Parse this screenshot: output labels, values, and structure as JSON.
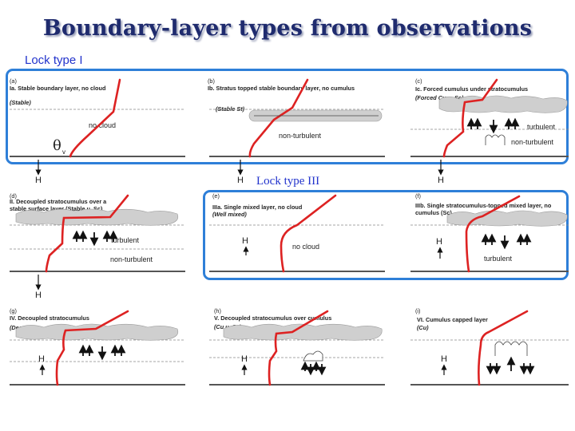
{
  "title": "Boundary-layer types from observations",
  "lock_labels": {
    "type1": "Lock type I",
    "type3": "Lock type III"
  },
  "colors": {
    "title": "#1f2b6e",
    "highlight_border": "#2e7fd8",
    "profile_line": "#dd2222",
    "lock_text": "#2233cc"
  },
  "symbols": {
    "theta": "θ",
    "theta_sub": "v",
    "heat_flux": "H"
  },
  "panels": [
    {
      "id": "a",
      "label": "(a)",
      "title": "Ia. Stable boundary layer, no cloud",
      "abbr": "(Stable)",
      "notes": [
        "no cloud"
      ]
    },
    {
      "id": "b",
      "label": "(b)",
      "title": "Ib. Stratus topped stable boundary layer, no cumulus",
      "abbr": "(Stable St)",
      "notes": [
        "non-turbulent"
      ]
    },
    {
      "id": "c",
      "label": "(c)",
      "title": "Ic. Forced cumulus under stratocumulus",
      "abbr": "(Forced Cu u. Sc)",
      "notes": [
        "turbulent",
        "non-turbulent"
      ]
    },
    {
      "id": "d",
      "label": "(d)",
      "title": "II. Decoupled stratocumulus over a stable surface layer (Stable u. Sc)",
      "abbr": "",
      "notes": [
        "turbulent",
        "non-turbulent"
      ]
    },
    {
      "id": "e",
      "label": "(e)",
      "title": "IIIa. Single mixed layer, no cloud",
      "abbr": "(Well mixed)",
      "notes": [
        "no cloud"
      ]
    },
    {
      "id": "f",
      "label": "(f)",
      "title": "IIIb. Single stratocumulus-topped mixed layer, no cumulus (Sc)",
      "abbr": "",
      "notes": [
        "turbulent"
      ]
    },
    {
      "id": "g",
      "label": "(g)",
      "title": "IV. Decoupled stratocumulus",
      "abbr": "(Dec. Sc)",
      "notes": []
    },
    {
      "id": "h",
      "label": "(h)",
      "title": "V. Decoupled stratocumulus over cumulus",
      "abbr": "(Cu u. Sc)",
      "notes": []
    },
    {
      "id": "i",
      "label": "(i)",
      "title": "VI. Cumulus capped layer",
      "abbr": "(Cu)",
      "notes": []
    }
  ]
}
